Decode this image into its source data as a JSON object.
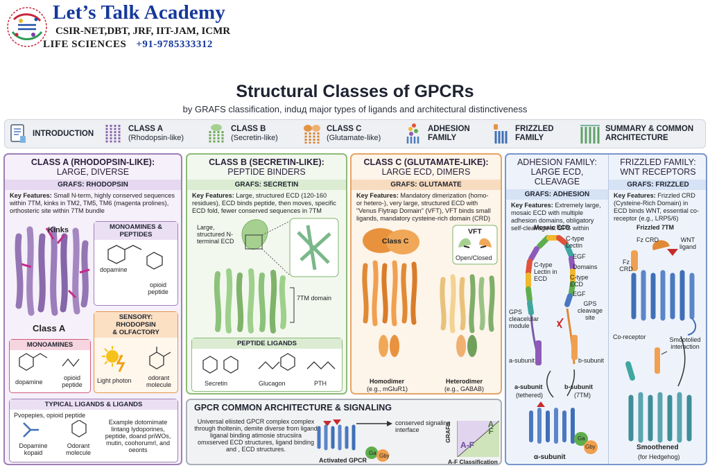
{
  "brand": {
    "name": "Let’s Talk Academy",
    "tagline": "CSIR-NET,DBT, JRF, IIT-JAM, ICMR",
    "line": "LIFE SCIENCES",
    "phone": "+91-9785333312"
  },
  "page": {
    "title": "Structural Classes of GPCRs",
    "subtitle": "by GRAFS classification, induд major types of ligands and architectural distinctiveness"
  },
  "nav": [
    {
      "label": "INTRODUCTION",
      "sub": ""
    },
    {
      "label": "CLASS A",
      "sub": "(Rhodopsin-like)"
    },
    {
      "label": "CLASS B",
      "sub": "(Secretin-like)"
    },
    {
      "label": "CLASS C",
      "sub": "(Glutamate-like)"
    },
    {
      "label": "ADHESION",
      "sub": "FAMILY"
    },
    {
      "label": "FRIZZLED",
      "sub": "FAMILY"
    },
    {
      "label": "SUMMARY & COMMON",
      "sub": "ARCHITECTURE"
    }
  ],
  "classA": {
    "h1": "CLASS A (RHODOPSIN-LIKE):",
    "h2": "LARGE, DIVERSE",
    "grafs": "GRAFS: RHODOPSIN",
    "kf_label": "Key Features:",
    "kf": " Small N-term, highly conserved sequences within 7TM, kinks in TM2, TM5, TM6 (magenta prolines), orthosteric site within 7TM bundle",
    "kinks": "Kinks",
    "class_label": "Class A",
    "mono_pep": {
      "title": "MONOAMINES & PEPTIDES",
      "dopamine": "dopamine",
      "opioid": "opioid peptide"
    },
    "sensory": {
      "title1": "SENSORY:",
      "title2": "RHODOPSIN",
      "title3": "& OLFACTORY",
      "light": "Light photon",
      "odorant": "odorant molecule"
    },
    "mono": {
      "title": "MONOAMINES",
      "dopamine": "dopamine",
      "opioid": "opioid peptide"
    },
    "typical": {
      "title": "TYPICAL LIGANDS & LIGANDS",
      "left_head": "Pvopepies, opioid peptide",
      "dop": "Dopamine kopaid",
      "odorant": "Odorant molecule",
      "right": "Example dotomimate lintang lydoporines, peptide, doand priWOs, mutin, coohorumrl, and oeonts"
    }
  },
  "classB": {
    "h1": "CLASS B (SECRETIN-LIKE):",
    "h2": "PEPTIDE BINDERS",
    "grafs": "GRAFS: SECRETIN",
    "kf_label": "Key Features:",
    "kf": " Large, structured ECD (120-160 residues), ECD binds peptide, then moves, specific ECD fold, fewer conserved sequences in 7TM",
    "ecd": "Large, structured N-terminal ECD",
    "tm": "7TM domain",
    "ligands": {
      "title": "PEPTIDE LIGANDS",
      "l1": "Secretin",
      "l2": "Glucagon",
      "l3": "PTH"
    }
  },
  "classC": {
    "h1": "CLASS C (GLUTAMATE-LIKE):",
    "h2": "LARGE ECD, DIMERS",
    "grafs": "GRAFS: GLUTAMATE",
    "kf_label": "Key Features:",
    "kf": " Mandatory dimerization (homo- or hetero-), very large, structured ECD with \"Venus Flytrap Domain\" (VFT), VFT binds small ligands, mandatory cysteine-rich domain (CRD)",
    "class_label": "Class C",
    "vft": "VFT",
    "vft_state": "Open/Closed",
    "homo": "Homodimer",
    "homo_eg": "(e.g., mGluR1)",
    "hetero": "Heterodimer",
    "hetero_eg": "(e.g., GABAB)"
  },
  "adhesion": {
    "h1": "ADHESION FAMILY:",
    "h2": "LARGE ECD, CLEAVAGE",
    "grafs": "GRAFS: ADHESION",
    "kf_label": "Key Features:",
    "kf": " Extremely large, mosaic ECD with multiple adhesion domains, obligatory self-cleavage at GPS within",
    "mosaic": "Mosaic ECD",
    "lectin": "C-type Lectin",
    "egf1": "EGF",
    "domains": "Domains",
    "ctype_ecd": "C-type ECD",
    "egf2": "EGF",
    "lectin_ecd": "C-type Lectin in ECD",
    "gps_module": "GPS cleacelular module",
    "gps_site": "GPS cleavage site",
    "a_sub": "a-subunit",
    "b_sub": "b-subunit",
    "a_teth": "a-subunit",
    "a_teth2": "(tethered)",
    "b_7tm": "b-subunit",
    "b_7tm2": "(7TM)",
    "alpha": "α-subunit",
    "ga": "Ga",
    "gby": "Gby"
  },
  "frizzled": {
    "h1": "FRIZZLED FAMILY:",
    "h2": "WNT RECEPTORS",
    "grafs": "GRAFS: FRIZZLED",
    "kf_label": "Key Features:",
    "kf": " Frizzled CRD (Cysteine-Rich Domain) in ECD binds WNT, essential co-receptor (e.g., LRP5/6)",
    "fz7": "Frizzled 7TM",
    "fz_crd": "Fz CRD",
    "fz_crd2": "Fz CRD",
    "wnt": "WNT ligand",
    "coreceptor": "Co-receptor",
    "smooth_int": "Smootolied interaction",
    "smoothened": "Smoothened",
    "hedgehog": "(for Hedgehog)"
  },
  "arch": {
    "title": "GPCR COMMON ARCHITECTURE & SIGNALING",
    "text": "Universal eliisted GPCR complex complex through tholtenin, demite diverse from ligand liganal binding atimosie strucsiira omxserved ECD structures, ligand binding and , ECD structures.",
    "conserved": "conserved signaling interface",
    "activated": "Activated GPCR",
    "ga": "Ga",
    "gby": "Gby",
    "grafs_side": "GRAFS",
    "af": "A-F",
    "af2": "A F",
    "af_class": "A-F Classification"
  },
  "colors": {
    "classA": "#9b7cb6",
    "classB": "#86bb74",
    "classC": "#e59445",
    "adhesion": "#4a78c0",
    "brand": "#16389c"
  }
}
